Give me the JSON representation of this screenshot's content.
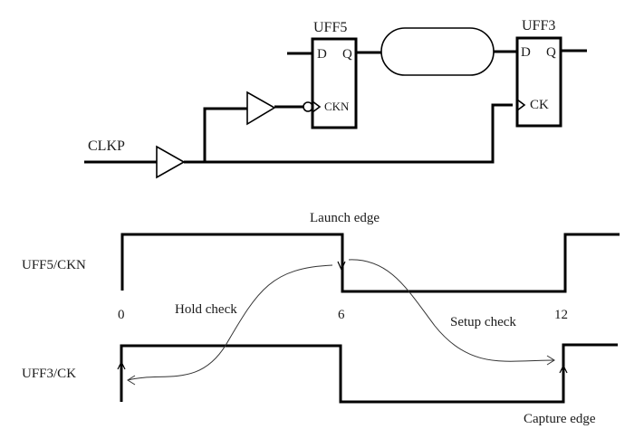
{
  "circuit": {
    "input_label": "CLKP",
    "flops": [
      {
        "name": "UFF5",
        "pins": {
          "d": "D",
          "q": "Q",
          "clk": "CKN"
        },
        "clock_inverted": true
      },
      {
        "name": "UFF3",
        "pins": {
          "d": "D",
          "q": "Q",
          "clk": "CK"
        },
        "clock_inverted": false
      }
    ],
    "combinational_logic": "",
    "buffers": [
      "clock-buffer",
      "inverter-path-buffer"
    ]
  },
  "waveforms": {
    "signals": [
      {
        "name": "UFF5/CKN",
        "edges": [
          0,
          6,
          12
        ],
        "levels": [
          "high",
          "low",
          "high"
        ]
      },
      {
        "name": "UFF3/CK",
        "edges": [
          0,
          6,
          12
        ],
        "levels": [
          "high",
          "low",
          "high"
        ]
      }
    ],
    "time_labels": [
      "0",
      "6",
      "12"
    ],
    "annotations": {
      "launch_edge": "Launch edge",
      "capture_edge": "Capture edge",
      "hold_check": "Hold check",
      "setup_check": "Setup check"
    }
  }
}
